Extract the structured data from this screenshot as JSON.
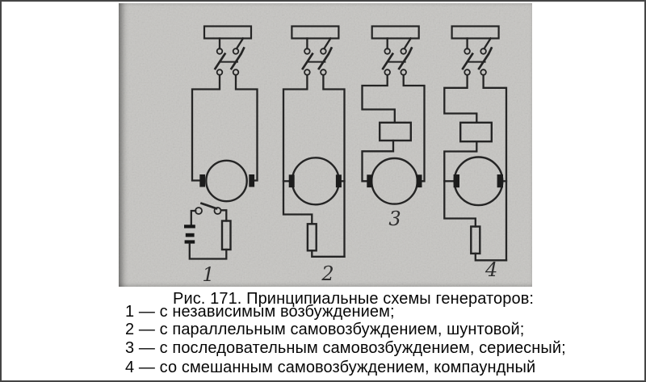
{
  "page": {
    "background": "#ffffff",
    "border_color": "#454545"
  },
  "scan": {
    "paper_color": "#c6c5c2",
    "ink_color": "#242424"
  },
  "figure": {
    "schemes": [
      {
        "label": "1"
      },
      {
        "label": "2"
      },
      {
        "label": "3"
      },
      {
        "label": "4"
      }
    ]
  },
  "caption": {
    "title": "Рис. 171. Принципиальные схемы генераторов:",
    "items": [
      "1 — с независимым возбуждением;",
      "2 — с параллельным самовозбуждением, шунтовой;",
      "3 — с последовательным самовозбуждением, сериесный;",
      "4 — со смешанным самовозбуждением, компаундный"
    ]
  }
}
